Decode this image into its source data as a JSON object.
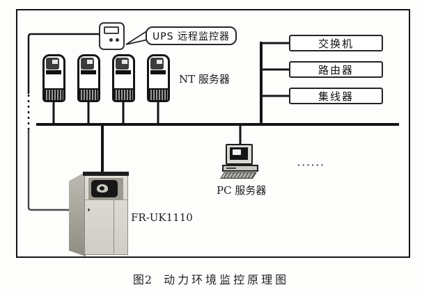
{
  "figure": {
    "caption_no": "图2",
    "caption_title": "动力环境监控原理图"
  },
  "monitor": {
    "callout_label": "UPS 远程监控器"
  },
  "servers": {
    "nt_label": "NT 服务器",
    "pc_label": "PC 服务器",
    "ellipsis": "······"
  },
  "ups": {
    "model": "FR-UK1110"
  },
  "network_devices": [
    {
      "label": "交换机"
    },
    {
      "label": "路由器"
    },
    {
      "label": "集线器"
    }
  ],
  "colors": {
    "line": "#141414",
    "background": "#fdfdfc",
    "box_border": "#232323"
  }
}
